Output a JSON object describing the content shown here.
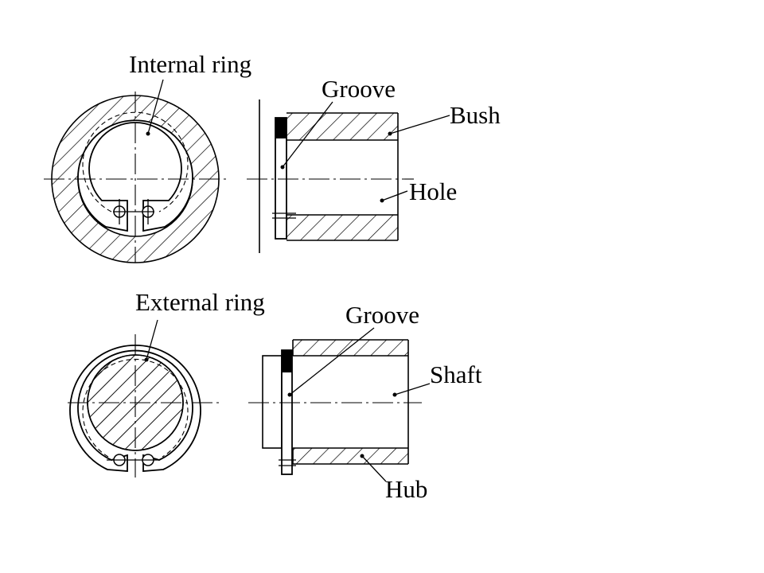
{
  "colors": {
    "ink": "#000000",
    "background": "#ffffff"
  },
  "labels": {
    "internal_ring": "Internal ring",
    "groove_top": "Groove",
    "bush": "Bush",
    "hole": "Hole",
    "external_ring": "External ring",
    "groove_bottom": "Groove",
    "shaft": "Shaft",
    "hub": "Hub"
  }
}
